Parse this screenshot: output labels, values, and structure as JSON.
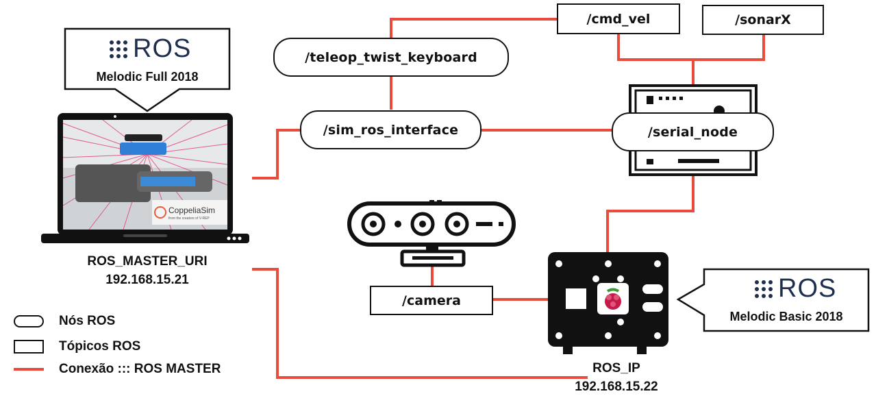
{
  "colors": {
    "connection": "#e84c3d",
    "outline": "#111111",
    "ros_blue": "#1d2e4f"
  },
  "nodes": {
    "teleop": "/teleop_twist_keyboard",
    "sim_ros_interface": "/sim_ros_interface",
    "serial_node": "/serial_node"
  },
  "topics": {
    "cmd_vel": "/cmd_vel",
    "sonarx": "/sonarX",
    "camera": "/camera"
  },
  "master": {
    "ros_logo": "ROS",
    "distro": "Melodic Full 2018",
    "uri_label": "ROS_MASTER_URI",
    "ip": "192.168.15.21",
    "sim_brand": "CoppeliaSim",
    "sim_tagline": "from the creators of V-REP"
  },
  "robot": {
    "ros_logo": "ROS",
    "distro": "Melodic Basic 2018",
    "ip_label": "ROS_IP",
    "ip": "192.168.15.22"
  },
  "legend": {
    "nodes": "Nós ROS",
    "topics": "Tópicos ROS",
    "connection": "Conexão ::: ROS MASTER"
  },
  "icons": [
    "laptop-icon",
    "kinect-camera-icon",
    "raspberry-pi-board-icon",
    "arduino-board-icon",
    "ros-logo-icon"
  ]
}
